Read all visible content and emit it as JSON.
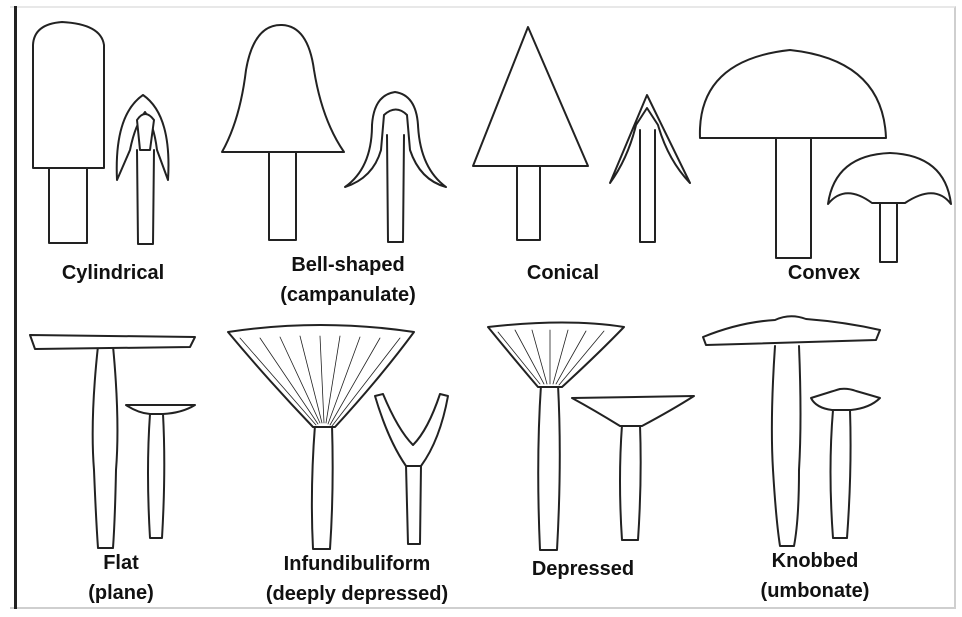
{
  "shapes": [
    {
      "id": "cylindrical",
      "line1": "Cylindrical",
      "line2": ""
    },
    {
      "id": "bell",
      "line1": "Bell-shaped",
      "line2": "(campanulate)"
    },
    {
      "id": "conical",
      "line1": "Conical",
      "line2": ""
    },
    {
      "id": "convex",
      "line1": "Convex",
      "line2": ""
    },
    {
      "id": "flat",
      "line1": "Flat",
      "line2": "(plane)"
    },
    {
      "id": "infundibuliform",
      "line1": "Infundibuliform",
      "line2": "(deeply depressed)"
    },
    {
      "id": "depressed",
      "line1": "Depressed",
      "line2": ""
    },
    {
      "id": "knobbed",
      "line1": "Knobbed",
      "line2": "(umbonate)"
    }
  ],
  "colors": {
    "stroke": "#222222",
    "background": "#ffffff"
  }
}
